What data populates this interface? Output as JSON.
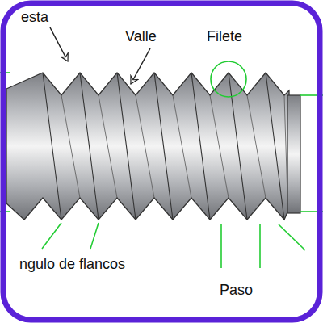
{
  "diagram": {
    "labels": [
      "esta",
      "Valle",
      "Filete",
      "ngulo de flancos",
      "Paso"
    ]
  }
}
